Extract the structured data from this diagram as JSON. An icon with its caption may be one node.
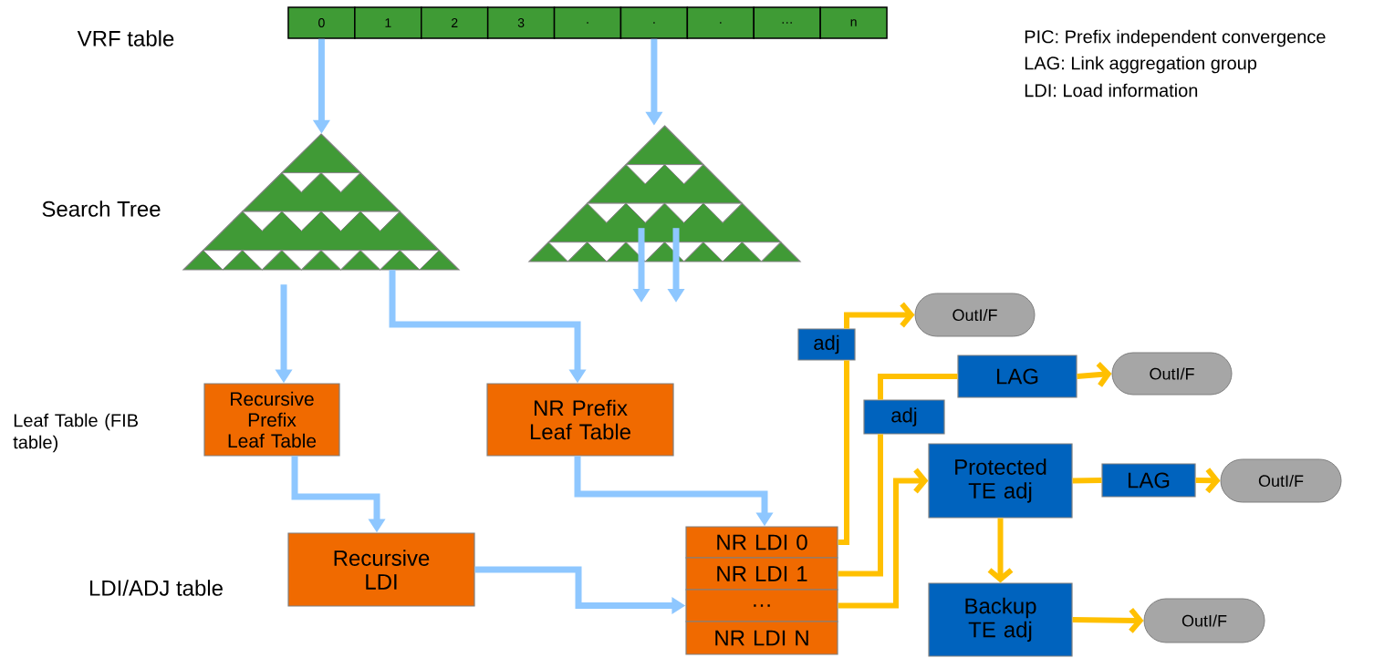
{
  "diagram": {
    "nodes": [
      {
        "text": [
          "0"
        ]
      },
      {
        "text": [
          "1"
        ]
      },
      {
        "text": [
          "2"
        ]
      },
      {
        "text": [
          "3"
        ]
      },
      {
        "text": [
          "."
        ]
      },
      {
        "text": [
          "."
        ]
      },
      {
        "text": [
          "."
        ]
      },
      {
        "text": [
          "…"
        ]
      },
      {
        "text": [
          "n"
        ]
      },
      {
        "text": [],
        "shape": "triangle"
      },
      {
        "text": [],
        "shape": "triangle"
      },
      {
        "text": [
          "Recursive Prefix Leaf Table"
        ]
      },
      {
        "text": [
          "NR Prefix Leaf Table"
        ]
      },
      {
        "text": [
          "Recursive LDI"
        ]
      },
      {
        "text": [
          "NR LDI 0"
        ]
      },
      {
        "text": [
          "NR LDI 1"
        ]
      },
      {
        "text": [
          "…"
        ]
      },
      {
        "text": [
          "NR LDI N"
        ]
      },
      {
        "text": [
          "adj"
        ]
      },
      {
        "text": [
          "OutI/F"
        ]
      },
      {
        "text": [
          "LAG"
        ]
      },
      {
        "text": [
          "OutI/F"
        ]
      },
      {
        "text": [
          "adj"
        ]
      },
      {
        "text": [
          "Protected TE adj"
        ]
      },
      {
        "text": [
          "LAG"
        ]
      },
      {
        "text": [
          "OutI/F"
        ]
      },
      {
        "text": [
          "Backup TE adj"
        ]
      },
      {
        "text": [
          "OutI/F"
        ]
      }
    ],
    "edges": [
      {
        "from": 0,
        "to": 9,
        "arrow": "to",
        "color": "#8ec7ff"
      },
      {
        "from": 5,
        "to": 10,
        "arrow": "to",
        "color": "#8ec7ff"
      },
      {
        "from": 9,
        "to": 11,
        "arrow": "to",
        "color": "#8ec7ff"
      },
      {
        "from": 9,
        "to": 12,
        "arrow": "to",
        "color": "#8ec7ff"
      },
      {
        "from": 10,
        "to": null,
        "arrow": "to",
        "color": "#8ec7ff"
      },
      {
        "from": 10,
        "to": null,
        "arrow": "to",
        "color": "#8ec7ff"
      },
      {
        "from": 11,
        "to": 13,
        "arrow": "to",
        "color": "#8ec7ff"
      },
      {
        "from": 12,
        "to": 14,
        "arrow": "to",
        "color": "#8ec7ff"
      },
      {
        "from": 13,
        "to": 16,
        "arrow": "to",
        "color": "#8ec7ff"
      },
      {
        "from": 14,
        "to": 18,
        "arrow": "none"
      },
      {
        "from": 18,
        "to": 19,
        "arrow": "to"
      },
      {
        "from": 15,
        "to": 22,
        "arrow": "none"
      },
      {
        "from": 22,
        "to": 20,
        "arrow": "none"
      },
      {
        "from": 20,
        "to": 21,
        "arrow": "to"
      },
      {
        "from": 16,
        "to": 23,
        "arrow": "to"
      },
      {
        "from": 23,
        "to": 24,
        "arrow": "none"
      },
      {
        "from": 24,
        "to": 25,
        "arrow": "to"
      },
      {
        "from": 23,
        "to": 26,
        "arrow": "to"
      },
      {
        "from": 26,
        "to": 27,
        "arrow": "to"
      }
    ],
    "labels": [
      "VRF table",
      "Search Tree",
      "Leaf Table (FIB table)",
      "LDI/ADJ table",
      "PIC: Prefix independent convergence",
      "LAG: Link aggregation group",
      "LDI: Load information"
    ]
  }
}
